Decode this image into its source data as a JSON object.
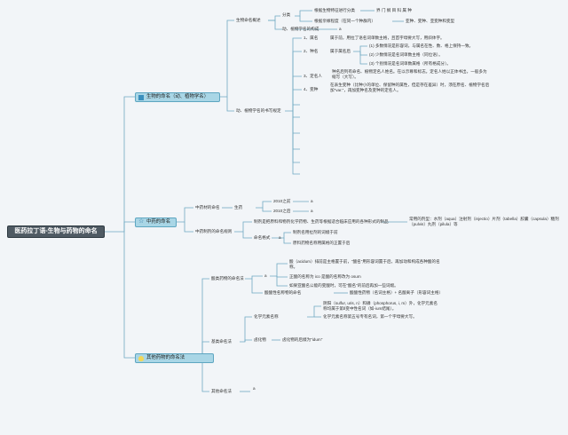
{
  "root": "医药拉丁语-生物与药物的命名",
  "sections": {
    "bio": {
      "title": "生物的命名（动、植物学名）",
      "overview_label": "生物命名概述",
      "classify_label": "分类",
      "classify_items": [
        {
          "label": "根据生物特征进行分类",
          "value": "界 门 纲 目 科 属 种"
        },
        {
          "label": "根据亲缘程度（在同一个种群内）",
          "value": "亚种、变种、亚变种和变型"
        }
      ],
      "concept_label": "动、植物学名的构成",
      "concept_value": "a",
      "rules_label": "动、植物学名的书写规定",
      "rules": [
        {
          "n": "1、属名",
          "text": "属于前，用拉丁语名词单数主格，且首字母要大写，用斜体字。"
        },
        {
          "n": "2、种名",
          "text": "属于属名后"
        },
        {
          "n": "3、定名人",
          "text": "种名后列有命名、植物定名人姓名。在以示尊和标志。定名人姓以正体书出，一般多为缩写（大写）。"
        },
        {
          "n": "4、变种",
          "text": "在表生变种（比种小的单位、保留种的属性，但是存在差异）时，须在原名、植物学名后加\"var.\"，再加变种名及变种的定名人。"
        }
      ],
      "species_sub": [
        "(1)  多数情况是形容词，与属名在性、数、格上保持一致。",
        "(2)  少数情况是名词单数主格（同位语）。",
        "(3)  个别情况是名词单数属格（所有格成分）。"
      ]
    },
    "tcm": {
      "title": "中药的命名",
      "crude_label": "中药材的命名",
      "crude_sub_label": "生药",
      "crude_items": [
        "2010之前",
        "2010之后"
      ],
      "crude_values": [
        "a",
        "a"
      ],
      "prep_label": "中药制剂的命名规则",
      "prep_desc": "制剂是把原料和物剂化学药物、生药等根据适合临床应用的各种形式的制品",
      "prep_forms": "常用的剂型：水剂（aqua）注射剂（injectio）片剂（tabella）胶囊（capsula）糖剂（pulvis）丸剂（pilula）等",
      "name_mode_label": "命名格式",
      "name_mode_value": "a",
      "name_mode_items": [
        "制剂名用拉剂的词缀于前",
        "原料药物名称用属格的正置于后"
      ]
    },
    "other": {
      "title": "其他药物的命名法",
      "basic_label": "酸类药物的命名法",
      "basic_marker": "a",
      "basic_items": [
        "酸（acidum）排前是主格置于前，\"酸名\"用形容词置于后，再加动和构成各种酸的名称。",
        "正酸的名称为 ico 是酸的名称改为 osum",
        "如果亚酸名公能的变酸时，可在\"酸名\"的前后再加一些词缀。"
      ],
      "salt_label": "酸酸性名称物的命名",
      "salt_value": "酸酸性药物（名词主格）+ 名酸离子（形容词主格）",
      "elements_label": "基类命名法",
      "prefix_label": "化学元素名称",
      "prefix_items": [
        "阴阳（sulfur, uris, n）和磷（phosphorus, i, m）外，化学元素名称均属于第Ⅱ变中性名词（如-ium结尾）。",
        "化学元素名称第五号专有名词，第一个字母要大写。"
      ],
      "compound_label": "卤化物",
      "compound_value": "卤化物的后缀为\"idum\"",
      "other_label": "其他命名法",
      "other_value": "a"
    }
  }
}
